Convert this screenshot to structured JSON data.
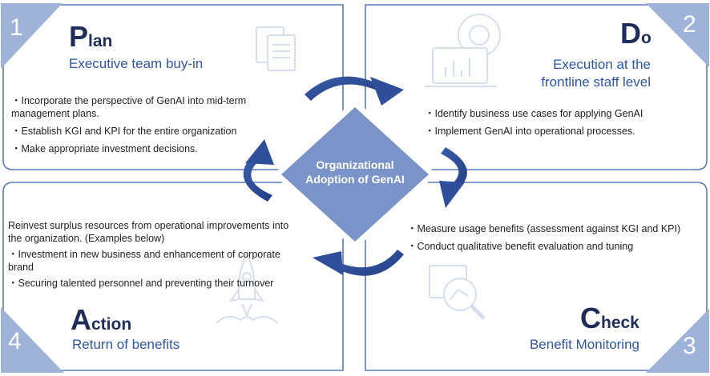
{
  "center": {
    "line1": "Organizational",
    "line2": "Adoption of GenAI"
  },
  "plan": {
    "number": "1",
    "title_initial": "P",
    "title_rest": "lan",
    "subtitle": "Executive team buy-in",
    "bullets": [
      "・Incorporate the perspective of GenAI into mid-term management plans.",
      "・Establish KGI and KPI for the entire organization",
      "・Make appropriate investment decisions."
    ],
    "icon": "documents-icon"
  },
  "do": {
    "number": "2",
    "title_initial": "D",
    "title_rest": "o",
    "subtitle_line1": "Execution at the",
    "subtitle_line2": "frontline staff level",
    "bullets": [
      "・Identify business use cases for applying GenAI",
      "・Implement GenAI into operational processes."
    ],
    "icon": "laptop-gear-icon"
  },
  "check": {
    "number": "3",
    "title_initial": "C",
    "title_rest": "heck",
    "subtitle": "Benefit Monitoring",
    "bullets": [
      "・Measure usage benefits (assessment against KGI and KPI)",
      "・Conduct qualitative benefit evaluation and tuning"
    ],
    "icon": "magnifier-chart-icon"
  },
  "action": {
    "number": "4",
    "title_initial": "A",
    "title_rest": "ction",
    "subtitle": "Return of benefits",
    "intro": "Reinvest surplus resources from operational improvements into the organization. (Examples below)",
    "bullets": [
      "・Investment in new business and enhancement of corporate brand",
      "・Securing talented personnel and preventing their turnover"
    ],
    "icon": "rocket-icon"
  },
  "colors": {
    "panel_border": "#5b78b8",
    "corner_fill": "#9fb2d8",
    "diamond_fill": "#7a93c9",
    "arrow_fill": "#2f4f9a",
    "title_color": "#1f2d5a",
    "subtitle_color": "#2f55a4"
  }
}
